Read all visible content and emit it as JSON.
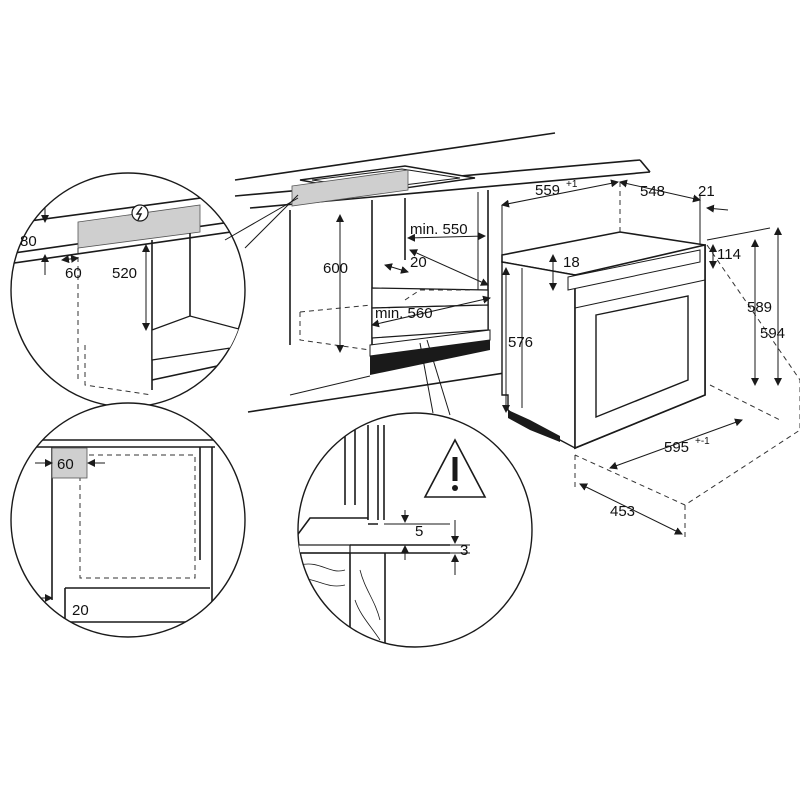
{
  "dimensions": {
    "d80": "80",
    "d60_detail": "60",
    "d520": "520",
    "d600": "600",
    "min550": "min. 550",
    "d20_niche": "20",
    "min560": "min. 560",
    "d559": "559",
    "d559_tol": "+1",
    "d548": "548",
    "d21": "21",
    "d18": "18",
    "d114": "114",
    "d589": "589",
    "d594": "594",
    "d576": "576",
    "d595": "595",
    "d595_tol": "+-1",
    "d453": "453",
    "d60_side": "60",
    "d20_side": "20",
    "d5": "5",
    "d3": "3"
  },
  "icons": {
    "electric": "electric-hazard-icon",
    "warning": "warning-icon"
  },
  "colors": {
    "line": "#1a1a1a",
    "highlight": "#cfcfcf"
  }
}
